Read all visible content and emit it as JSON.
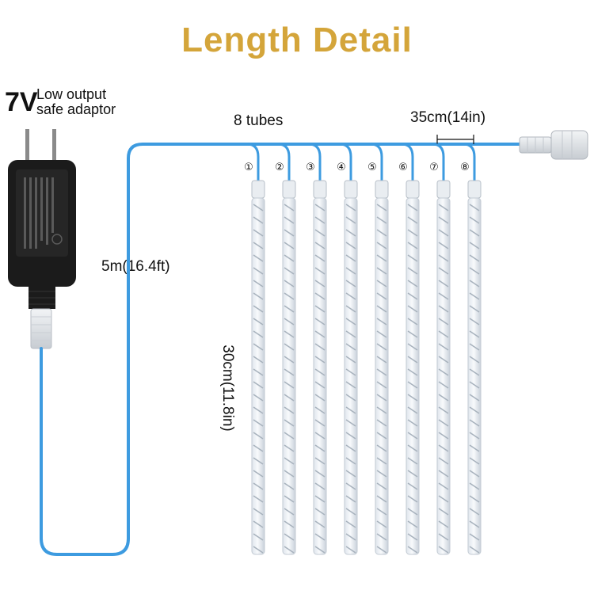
{
  "title": "Length Detail",
  "title_color": "#D4A53A",
  "cable_color": "#3D9BE0",
  "adaptor": {
    "voltage": "7V",
    "line1": "Low output",
    "line2": "safe adaptor"
  },
  "labels": {
    "tube_count": "8 tubes",
    "tube_spacing": "35cm(14in)",
    "lead_length": "5m(16.4ft)",
    "tube_length": "30cm(11.8in)"
  },
  "tube_numbers": [
    "①",
    "②",
    "③",
    "④",
    "⑤",
    "⑥",
    "⑦",
    "⑧"
  ]
}
